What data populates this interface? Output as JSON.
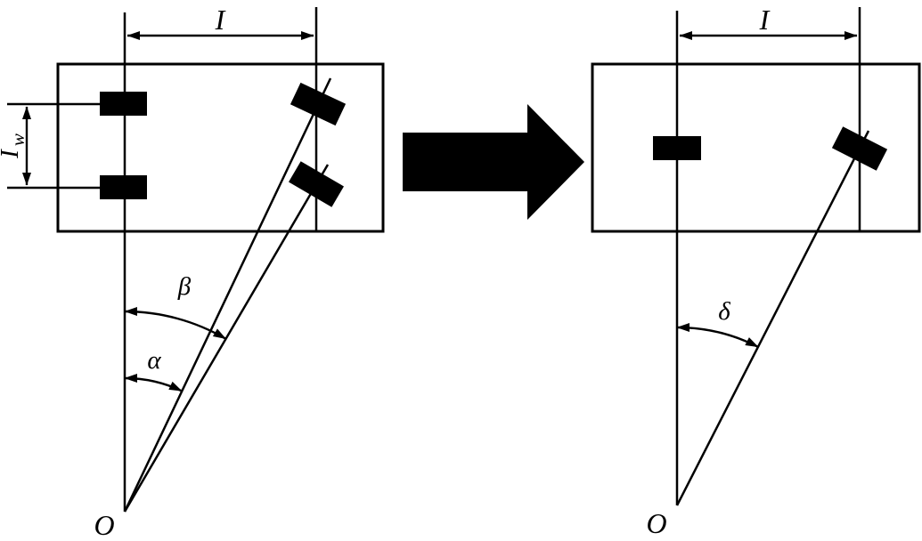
{
  "figure": {
    "left": {
      "wheelbase_label": "I",
      "track_width_label": "I",
      "track_width_subscript": "w",
      "alpha_label": "α",
      "beta_label": "β",
      "origin_label": "O"
    },
    "right": {
      "wheelbase_label": "I",
      "delta_label": "δ",
      "origin_label": "O"
    }
  }
}
